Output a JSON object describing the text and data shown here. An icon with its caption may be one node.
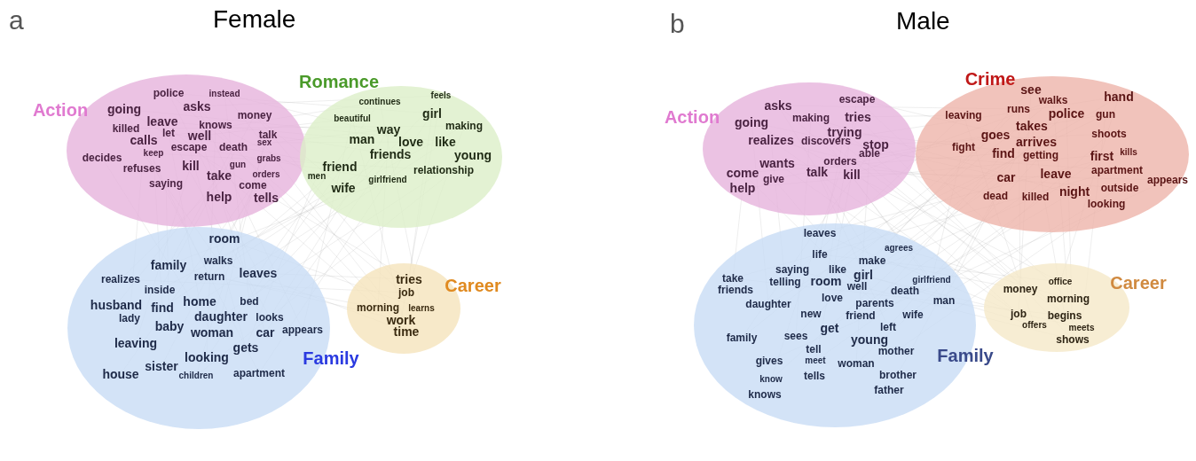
{
  "diagram": {
    "nodes": [
      {
        "text": [
          "Action",
          "police",
          "instead",
          "asks",
          "going",
          "money",
          "leave",
          "knows",
          "killed",
          "let",
          "well",
          "talk",
          "calls",
          "sex",
          "escape",
          "death",
          "keep",
          "decides",
          "grabs",
          "gun",
          "refuses",
          "kill",
          "orders",
          "take",
          "saying",
          "come",
          "help",
          "tells"
        ]
      },
      {
        "text": [
          "Romance",
          "continues",
          "feels",
          "beautiful",
          "girl",
          "making",
          "way",
          "man",
          "love",
          "like",
          "friends",
          "young",
          "friend",
          "relationship",
          "men",
          "girlfriend",
          "wife"
        ]
      },
      {
        "text": [
          "Family",
          "room",
          "family",
          "walks",
          "leaves",
          "realizes",
          "return",
          "inside",
          "husband",
          "find",
          "home",
          "bed",
          "lady",
          "daughter",
          "looks",
          "baby",
          "woman",
          "car",
          "appears",
          "leaving",
          "gets",
          "looking",
          "house",
          "sister",
          "children",
          "apartment"
        ]
      },
      {
        "text": [
          "Career",
          "tries",
          "job",
          "morning",
          "learns",
          "work",
          "time"
        ]
      },
      {
        "text": [
          "Action",
          "asks",
          "escape",
          "going",
          "making",
          "tries",
          "trying",
          "realizes",
          "discovers",
          "stop",
          "able",
          "wants",
          "orders",
          "come",
          "talk",
          "kill",
          "give",
          "help"
        ]
      },
      {
        "text": [
          "Crime",
          "see",
          "walks",
          "hand",
          "runs",
          "police",
          "gun",
          "leaving",
          "takes",
          "goes",
          "shoots",
          "arrives",
          "fight",
          "find",
          "getting",
          "first",
          "kills",
          "apartment",
          "car",
          "leave",
          "appears",
          "dead",
          "killed",
          "night",
          "outside",
          "looking"
        ]
      },
      {
        "text": [
          "Family",
          "leaves",
          "agrees",
          "life",
          "make",
          "saying",
          "like",
          "girl",
          "take",
          "girlfriend",
          "telling",
          "room",
          "well",
          "friends",
          "death",
          "love",
          "parents",
          "man",
          "daughter",
          "new",
          "friend",
          "wife",
          "get",
          "left",
          "family",
          "sees",
          "young",
          "tell",
          "mother",
          "gives",
          "meet",
          "woman",
          "know",
          "tells",
          "brother",
          "knows",
          "father"
        ]
      },
      {
        "text": [
          "Career",
          "money",
          "office",
          "morning",
          "job",
          "begins",
          "offers",
          "meets",
          "shows"
        ]
      }
    ],
    "labels": [
      "a",
      "Female",
      "b",
      "Male"
    ]
  }
}
